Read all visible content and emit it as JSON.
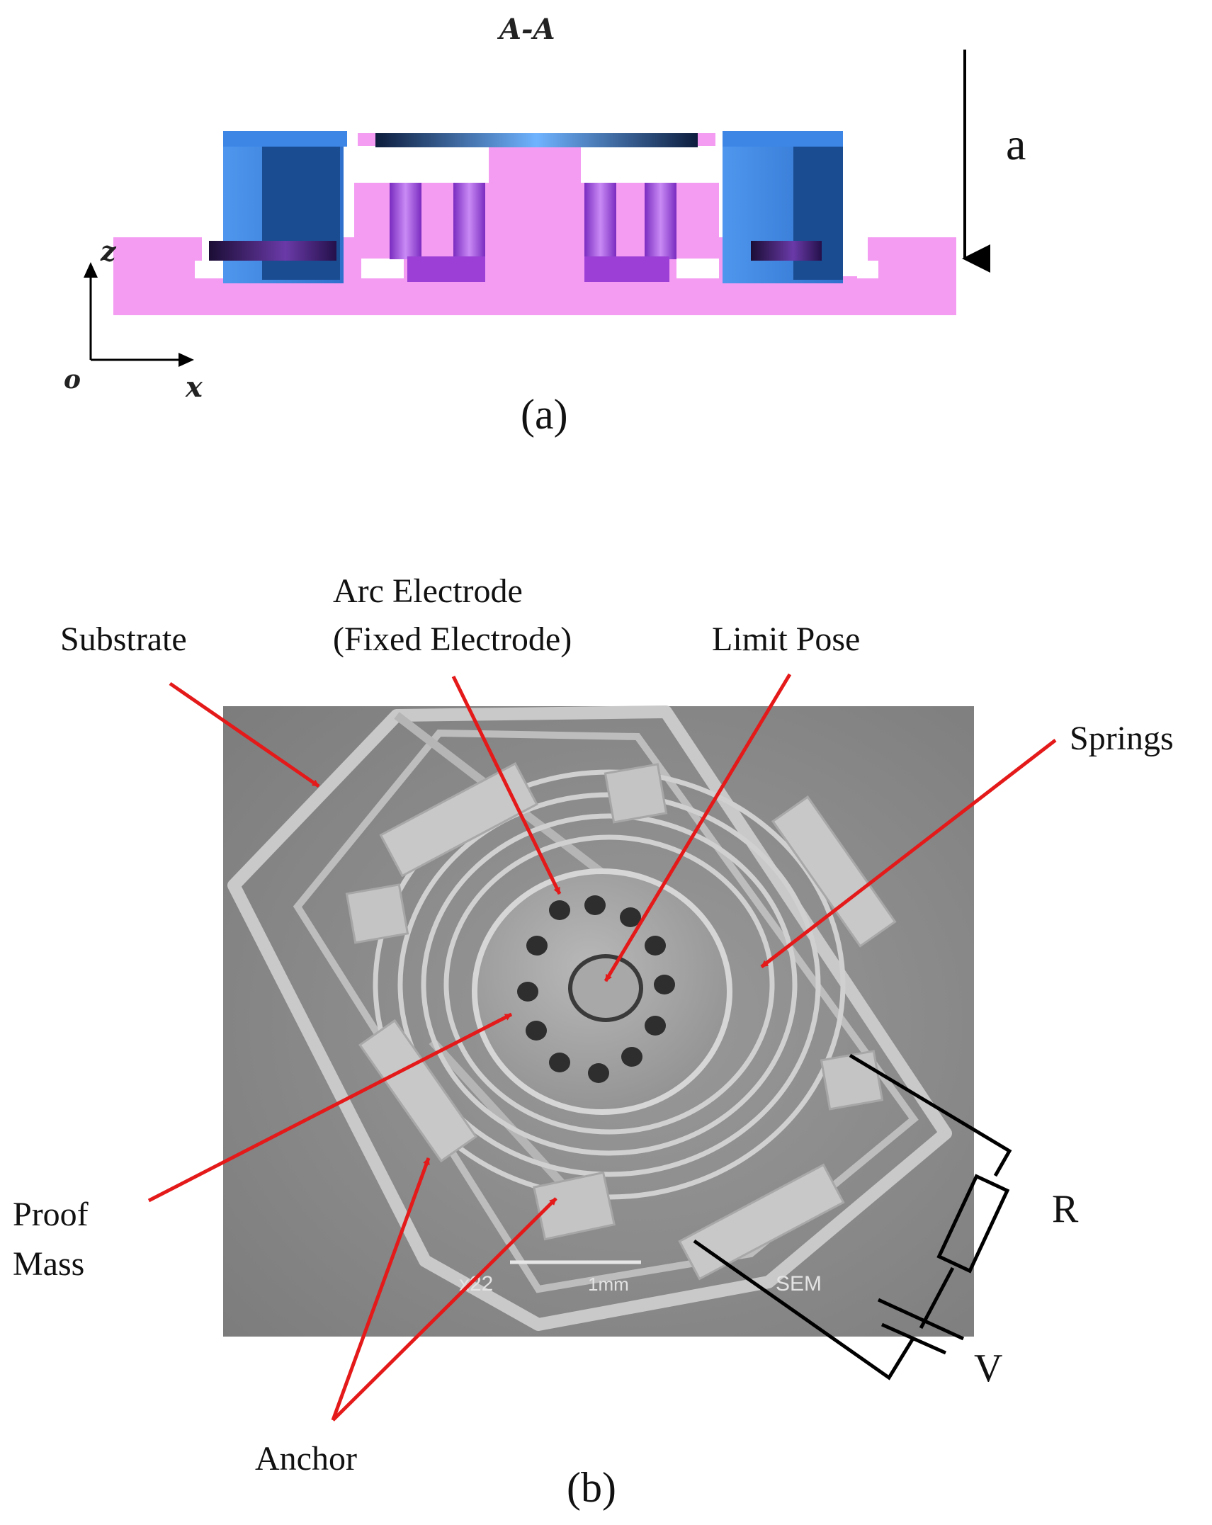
{
  "panel_a": {
    "section_label": "A-A",
    "arrow_label": "a",
    "axis_z": "z",
    "axis_x": "x",
    "axis_origin": "o",
    "caption": "(a)"
  },
  "panel_b": {
    "labels": {
      "substrate": "Substrate",
      "arc_electrode_line1": "Arc Electrode",
      "arc_electrode_line2": "(Fixed Electrode)",
      "limit_pose": "Limit Pose",
      "springs": "Springs",
      "proof_mass_line1": "Proof",
      "proof_mass_line2": "Mass",
      "anchor": "Anchor",
      "resistor": "R",
      "voltage": "V"
    },
    "sem_overlay": {
      "magnification": "x22",
      "scale": "1mm",
      "mode": "SEM"
    },
    "caption": "(b)"
  },
  "colors": {
    "substrate_pink": "#f49cf2",
    "electrode_blue": "#3d86e6",
    "electrode_dark_blue": "#1a4c92",
    "electrode_violet": "#9b3fd6",
    "sem_gray": "#8d8d8d",
    "annotation_red": "#e41919"
  }
}
